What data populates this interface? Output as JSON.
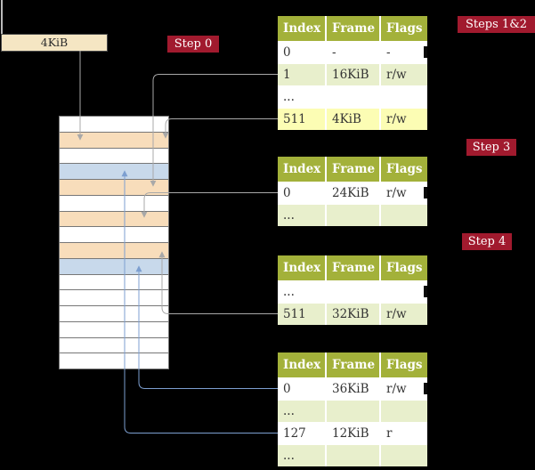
{
  "pointer": {
    "label": "4KiB"
  },
  "badges": {
    "step0": "Step 0",
    "steps12": "Steps 1&2",
    "step3": "Step 3",
    "step4": "Step 4"
  },
  "tables": [
    {
      "title": "page table for steps 1 and 2",
      "columns": [
        "Index",
        "Frame",
        "Flags"
      ],
      "rows": [
        {
          "cells": [
            "0",
            "-",
            "-"
          ],
          "style": "plain"
        },
        {
          "cells": [
            "1",
            "16KiB",
            "r/w"
          ],
          "style": "alt"
        },
        {
          "cells": [
            "...",
            "",
            ""
          ],
          "style": "plain"
        },
        {
          "cells": [
            "511",
            "4KiB",
            "r/w"
          ],
          "style": "highlight"
        }
      ]
    },
    {
      "title": "page table for step 3",
      "columns": [
        "Index",
        "Frame",
        "Flags"
      ],
      "rows": [
        {
          "cells": [
            "0",
            "24KiB",
            "r/w"
          ],
          "style": "plain"
        },
        {
          "cells": [
            "...",
            "",
            ""
          ],
          "style": "alt"
        }
      ]
    },
    {
      "title": "page table for step 4",
      "columns": [
        "Index",
        "Frame",
        "Flags"
      ],
      "rows": [
        {
          "cells": [
            "...",
            "",
            ""
          ],
          "style": "plain"
        },
        {
          "cells": [
            "511",
            "32KiB",
            "r/w"
          ],
          "style": "alt"
        }
      ]
    },
    {
      "title": "final level page table",
      "columns": [
        "Index",
        "Frame",
        "Flags"
      ],
      "rows": [
        {
          "cells": [
            "0",
            "36KiB",
            "r/w"
          ],
          "style": "plain"
        },
        {
          "cells": [
            "...",
            "",
            ""
          ],
          "style": "alt"
        },
        {
          "cells": [
            "127",
            "12KiB",
            "r"
          ],
          "style": "plain"
        },
        {
          "cells": [
            "...",
            "",
            ""
          ],
          "style": "alt"
        }
      ]
    }
  ],
  "memory": {
    "rows": [
      "plain",
      "table",
      "plain",
      "data",
      "table",
      "plain",
      "table",
      "plain",
      "table",
      "data",
      "plain",
      "plain",
      "plain",
      "plain",
      "plain",
      "plain"
    ]
  },
  "colors": {
    "background": "#000000",
    "badge": "#a11a2e",
    "table_header": "#a3b13a",
    "row_alt": "#e8efcc",
    "row_highlight": "#fcfdb4",
    "memory_pagetable_row": "#f8ddbb",
    "memory_data_row": "#c8d9eb",
    "pointer_box": "#f5e6c3",
    "arrow_gray": "#a8a8a8",
    "arrow_blue": "#7d9fd0"
  }
}
